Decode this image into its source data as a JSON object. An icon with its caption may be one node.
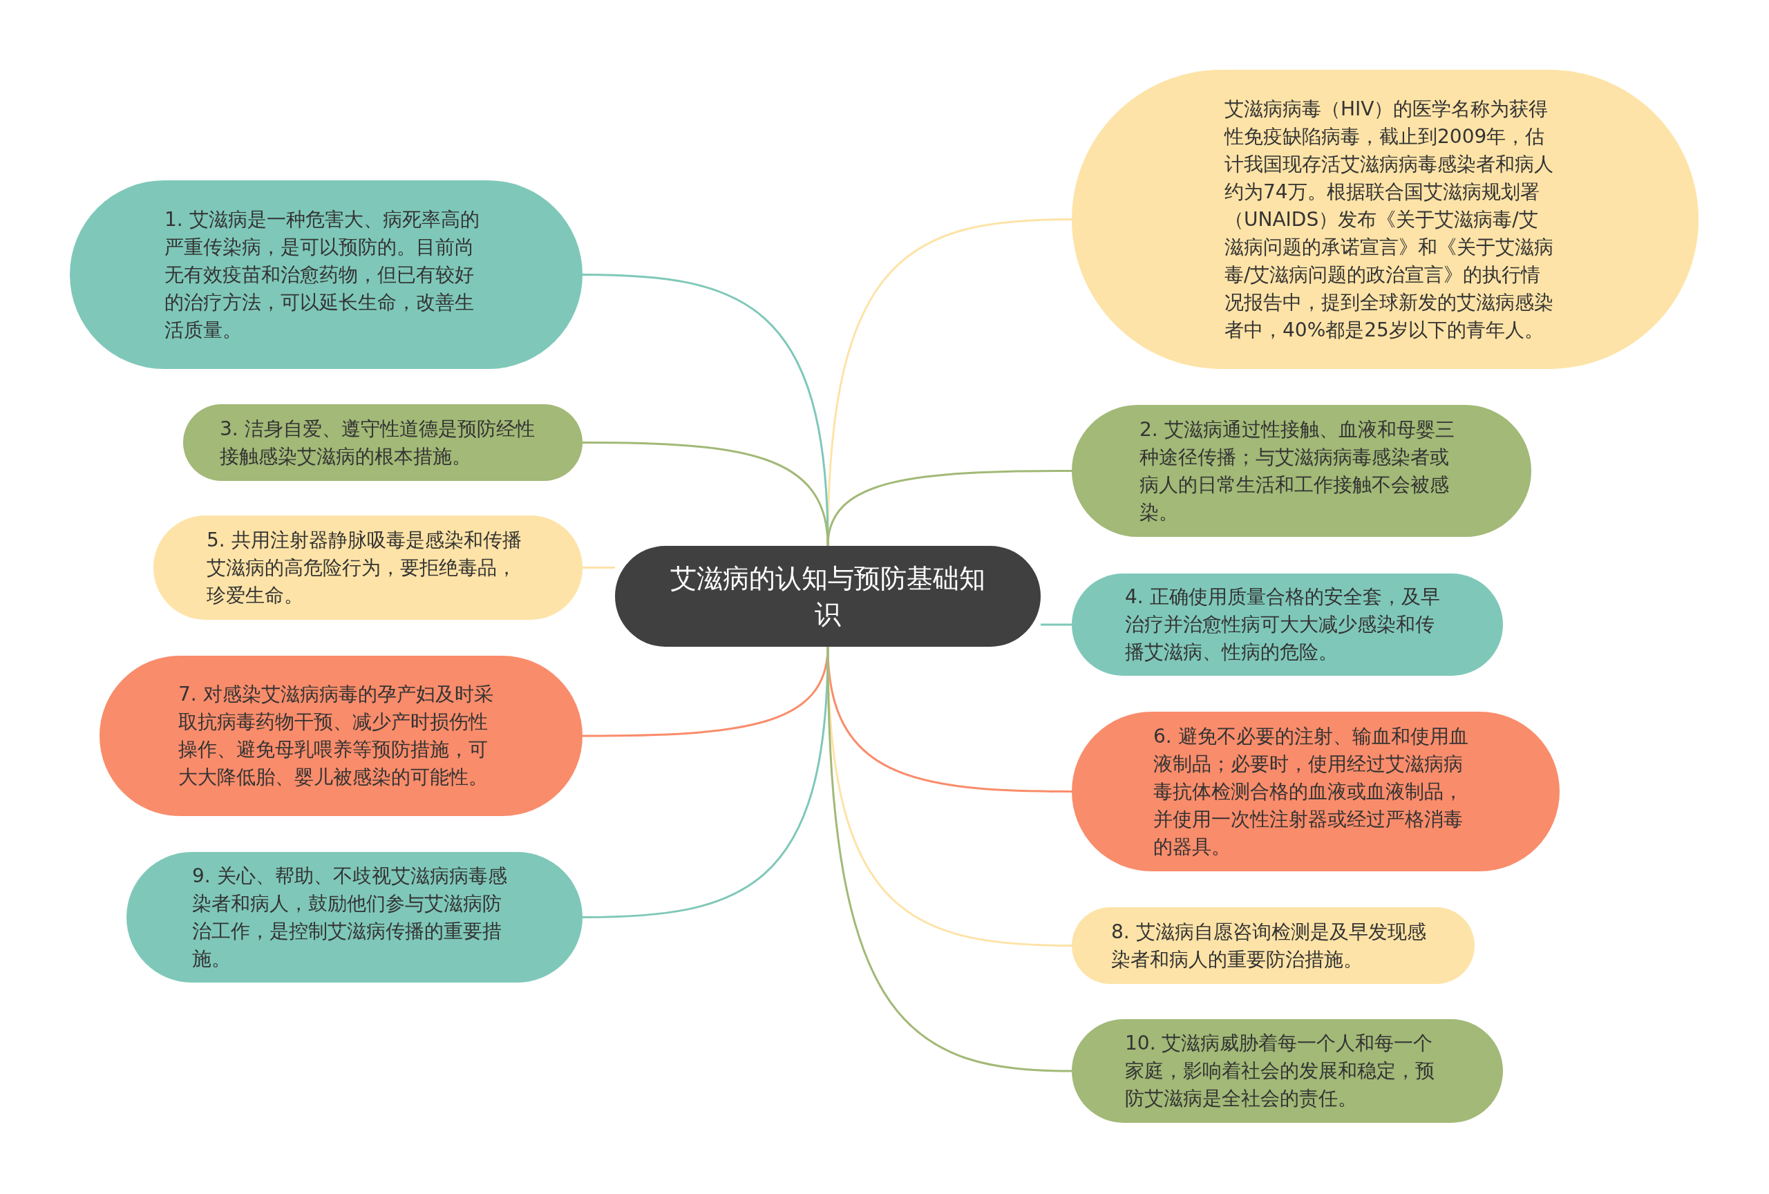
{
  "diagram": {
    "nodes": [
      {
        "text": [
          "艾滋病的认知与预防基础知识"
        ]
      },
      {
        "text": [
          "艾滋病病毒（HIV）的医学名称为获得性免疫缺陷病毒，截止到2009年，估计我国现存活艾滋病病毒感染者和病人约为74万。根据联合国艾滋病规划署（UNAIDS）发布《关于艾滋病毒/艾滋病问题的承诺宣言》和《关于艾滋病毒/艾滋病问题的政治宣言》的执行情况报告中，提到全球新发的艾滋病感染者中，40%都是25岁以下的青年人。"
        ]
      },
      {
        "text": [
          "1. 艾滋病是一种危害大、病死率高的严重传染病，是可以预防的。目前尚无有效疫苗和治愈药物，但已有较好的治疗方法，可以延长生命，改善生活质量。"
        ]
      },
      {
        "text": [
          "2. 艾滋病通过性接触、血液和母婴三种途径传播；与艾滋病病毒感染者或病人的日常生活和工作接触不会被感染。"
        ]
      },
      {
        "text": [
          "3. 洁身自爱、遵守性道德是预防经性接触感染艾滋病的根本措施。"
        ]
      },
      {
        "text": [
          "4. 正确使用质量合格的安全套，及早治疗并治愈性病可大大减少感染和传播艾滋病、性病的危险。"
        ]
      },
      {
        "text": [
          "5. 共用注射器静脉吸毒是感染和传播艾滋病的高危险行为，要拒绝毒品，珍爱生命。"
        ]
      },
      {
        "text": [
          "6. 避免不必要的注射、输血和使用血液制品；必要时，使用经过艾滋病病毒抗体检测合格的血液或血液制品，并使用一次性注射器或经过严格消毒的器具。"
        ]
      },
      {
        "text": [
          "7. 对感染艾滋病病毒的孕产妇及时采取抗病毒药物干预、减少产时损伤性操作、避免母乳喂养等预防措施，可大大降低胎、婴儿被感染的可能性。"
        ]
      },
      {
        "text": [
          "8. 艾滋病自愿咨询检测是及早发现感染者和病人的重要防治措施。"
        ]
      },
      {
        "text": [
          "9. 关心、帮助、不歧视艾滋病病毒感染者和病人，鼓励他们参与艾滋病防治工作，是控制艾滋病传播的重要措施。"
        ]
      },
      {
        "text": [
          "10. 艾滋病威胁着每一个人和每一个家庭，影响着社会的发展和稳定，预防艾滋病是全社会的责任。"
        ]
      }
    ],
    "edges": [
      {
        "from": 0,
        "to": 1,
        "arrow": "none",
        "color": "#fde3a7"
      },
      {
        "from": 0,
        "to": 2,
        "arrow": "none",
        "color": "#7fc8b9"
      },
      {
        "from": 0,
        "to": 3,
        "arrow": "none",
        "color": "#a2b977"
      },
      {
        "from": 0,
        "to": 4,
        "arrow": "none",
        "color": "#a2b977"
      },
      {
        "from": 0,
        "to": 5,
        "arrow": "none",
        "color": "#7fc8b9"
      },
      {
        "from": 0,
        "to": 6,
        "arrow": "none",
        "color": "#fde3a7"
      },
      {
        "from": 0,
        "to": 7,
        "arrow": "none",
        "color": "#f98c6b"
      },
      {
        "from": 0,
        "to": 8,
        "arrow": "none",
        "color": "#f98c6b"
      },
      {
        "from": 0,
        "to": 9,
        "arrow": "none",
        "color": "#fde3a7"
      },
      {
        "from": 0,
        "to": 10,
        "arrow": "none",
        "color": "#7fc8b9"
      },
      {
        "from": 0,
        "to": 11,
        "arrow": "none",
        "color": "#a2b977"
      }
    ]
  }
}
